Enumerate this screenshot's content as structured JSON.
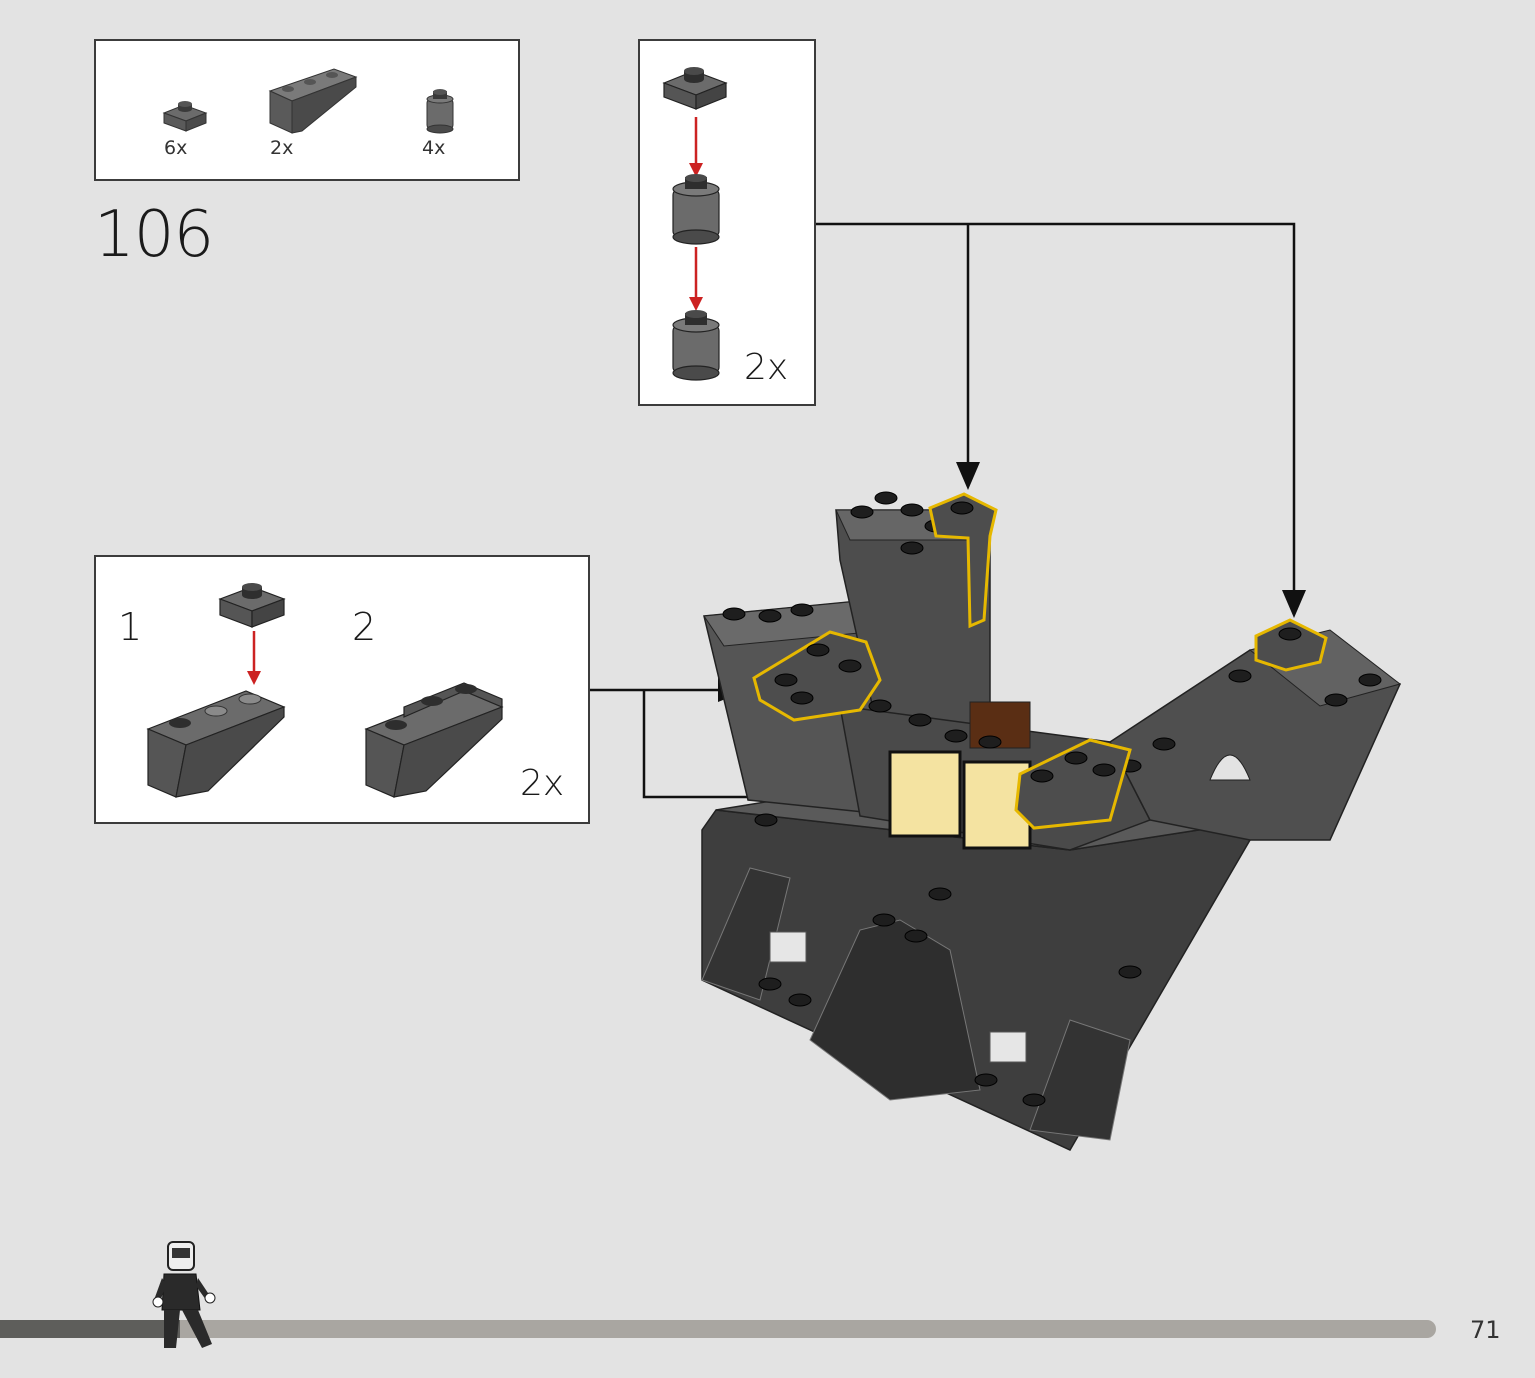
{
  "step": {
    "number": "106"
  },
  "parts_list": {
    "items": [
      {
        "icon": "plate-1x1-icon",
        "quantity": "6x"
      },
      {
        "icon": "slope-inverted-icon",
        "quantity": "2x"
      },
      {
        "icon": "round-brick-icon",
        "quantity": "4x"
      }
    ]
  },
  "subassembly_a": {
    "quantity": "2x"
  },
  "subassembly_b": {
    "steps": [
      "1",
      "2"
    ],
    "quantity": "2x"
  },
  "colors": {
    "dark_gray": "#4a4a4a",
    "mid_gray": "#6b6b6b",
    "highlight_yellow": "#e6b800",
    "arrow_red": "#cc2222",
    "window_yellow": "#f4e3a1"
  },
  "page": {
    "number": "71"
  }
}
